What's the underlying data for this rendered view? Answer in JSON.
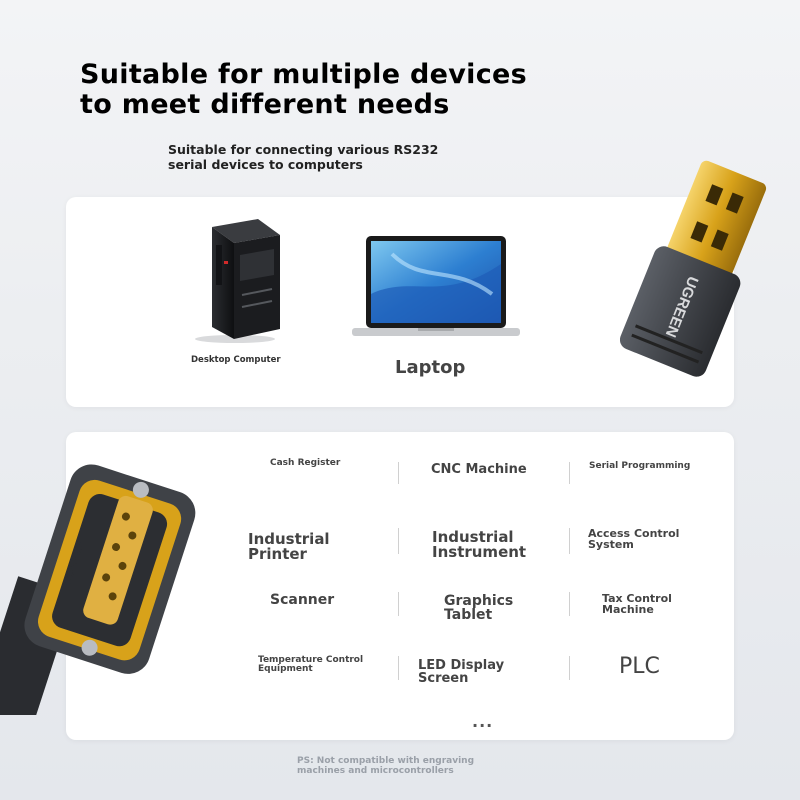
{
  "headline": "Suitable for multiple devices\n to meet different needs",
  "subheadline": "Suitable for connecting various RS232\n serial devices to computers",
  "computers": {
    "desktop_label": "Desktop Computer",
    "laptop_label": "Laptop"
  },
  "applications": [
    "Cash Register",
    "CNC Machine",
    "Serial Programming",
    "Industrial\n Printer",
    "Industrial\n Instrument",
    "Access Control\n System",
    "Scanner",
    "Graphics\n Tablet",
    "Tax Control\n Machine",
    "Temperature Control\n Equipment",
    "LED Display\n Screen",
    "PLC"
  ],
  "more_indicator": "...",
  "brand_text": "UGREEN",
  "footnote": "PS: Not compatible with engraving\n machines and microcontrollers",
  "colors": {
    "accent_gold": "#d8a21a",
    "cable_gray": "#3a3d42",
    "panel_bg": "#ffffff"
  }
}
